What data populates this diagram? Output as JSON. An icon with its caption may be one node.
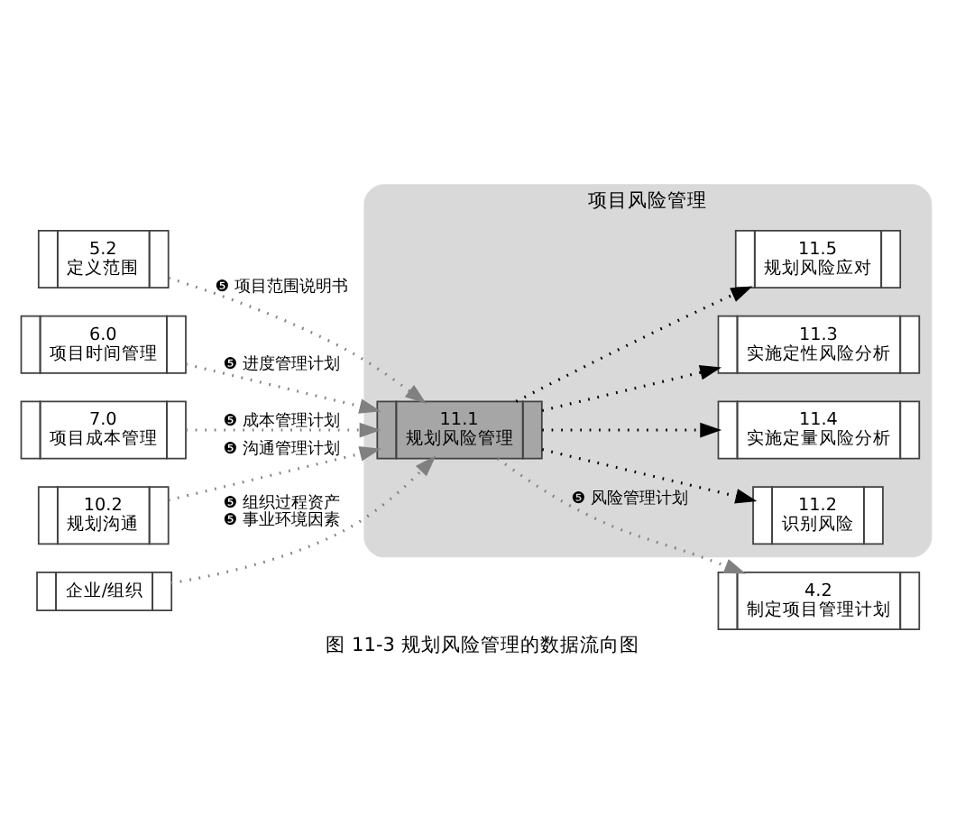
{
  "diagram": {
    "caption": "图 11-3 规划风险管理的数据流向图",
    "nodes": [
      {
        "text": [
          "5.2",
          "定义范围"
        ]
      },
      {
        "text": [
          "6.0",
          "项目时间管理"
        ]
      },
      {
        "text": [
          "7.0",
          "项目成本管理"
        ]
      },
      {
        "text": [
          "10.2",
          "规划沟通"
        ]
      },
      {
        "text": [
          "企业/组织"
        ]
      },
      {
        "text": [
          "项目风险管理"
        ]
      },
      {
        "text": [
          "11.1",
          "规划风险管理"
        ],
        "in": 5
      },
      {
        "text": [
          "11.2",
          "识别风险"
        ],
        "in": 5
      },
      {
        "text": [
          "11.4",
          "实施定量风险分析"
        ],
        "in": 5
      },
      {
        "text": [
          "11.3",
          "实施定性风险分析"
        ],
        "in": 5
      },
      {
        "text": [
          "11.5",
          "规划风险应对"
        ],
        "in": 5
      },
      {
        "text": [
          "4.2",
          "制定项目管理计划"
        ]
      }
    ],
    "edges": [
      {
        "from": 0,
        "to": 6,
        "arrow": "to",
        "label": "❺ 项目范围说明书"
      },
      {
        "from": 1,
        "to": 6,
        "arrow": "to",
        "label": "❺ 进度管理计划"
      },
      {
        "from": 2,
        "to": 6,
        "arrow": "to",
        "label": "❺ 成本管理计划"
      },
      {
        "from": 3,
        "to": 6,
        "arrow": "to",
        "label": "❺ 沟通管理计划"
      },
      {
        "from": 4,
        "to": 6,
        "arrow": "to",
        "label": [
          "❺ 组织过程资产",
          "❺ 事业环境因素"
        ]
      },
      {
        "from": 6,
        "to": 11,
        "arrow": "to",
        "label": "❺ 风险管理计划"
      },
      {
        "from": 6,
        "to": 7,
        "arrow": "to",
        "color": "#000000"
      },
      {
        "from": 6,
        "to": 8,
        "arrow": "to",
        "color": "#000000"
      },
      {
        "from": 6,
        "to": 9,
        "arrow": "to",
        "color": "#000000"
      },
      {
        "from": 6,
        "to": 10,
        "arrow": "to",
        "color": "#000000"
      }
    ]
  }
}
